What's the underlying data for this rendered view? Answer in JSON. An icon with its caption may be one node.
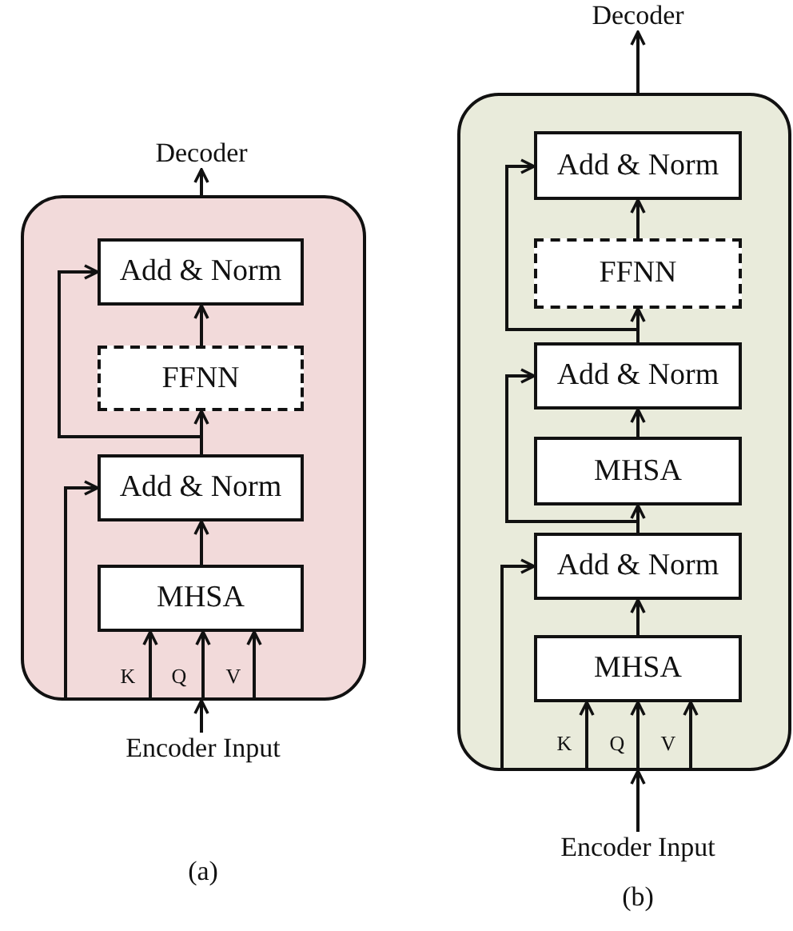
{
  "diagram": {
    "nodes": [
      {
        "text": [
          "Decoder"
        ]
      },
      {
        "text": [],
        "shape": "box"
      },
      {
        "text": [
          "Add & Norm"
        ],
        "in": 1
      },
      {
        "text": [
          "FFNN"
        ],
        "in": 1
      },
      {
        "text": [
          "Add & Norm"
        ],
        "in": 1
      },
      {
        "text": [
          "MHSA"
        ],
        "in": 1
      },
      {
        "text": [
          "Encoder Input"
        ]
      },
      {
        "text": [
          "Decoder"
        ]
      },
      {
        "text": [],
        "shape": "box"
      },
      {
        "text": [
          "Add & Norm"
        ],
        "in": 8
      },
      {
        "text": [
          "FFNN"
        ],
        "in": 8
      },
      {
        "text": [
          "Add & Norm"
        ],
        "in": 8
      },
      {
        "text": [
          "MHSA"
        ],
        "in": 8
      },
      {
        "text": [
          "Add & Norm"
        ],
        "in": 8
      },
      {
        "text": [
          "MHSA"
        ],
        "in": 8
      },
      {
        "text": [
          "Encoder Input"
        ]
      }
    ],
    "edges": [
      {
        "from": 1,
        "to": 0,
        "arrow": "to"
      },
      {
        "from": 3,
        "to": 2,
        "arrow": "to"
      },
      {
        "from": 4,
        "to": 3,
        "arrow": "to"
      },
      {
        "from": 4,
        "to": 2,
        "arrow": "to"
      },
      {
        "from": 5,
        "to": 4,
        "arrow": "to"
      },
      {
        "from": 1,
        "to": 4,
        "arrow": "to"
      },
      {
        "from": 1,
        "to": 5,
        "arrow": "to"
      },
      {
        "from": 1,
        "to": 5,
        "arrow": "to"
      },
      {
        "from": 1,
        "to": 5,
        "arrow": "to"
      },
      {
        "from": 6,
        "to": 1,
        "arrow": "to"
      },
      {
        "from": 8,
        "to": 7,
        "arrow": "to"
      },
      {
        "from": 10,
        "to": 9,
        "arrow": "to"
      },
      {
        "from": 11,
        "to": 10,
        "arrow": "to"
      },
      {
        "from": 11,
        "to": 9,
        "arrow": "to"
      },
      {
        "from": 12,
        "to": 11,
        "arrow": "to"
      },
      {
        "from": 13,
        "to": 12,
        "arrow": "to"
      },
      {
        "from": 13,
        "to": 11,
        "arrow": "to"
      },
      {
        "from": 14,
        "to": 13,
        "arrow": "to"
      },
      {
        "from": 8,
        "to": 13,
        "arrow": "to"
      },
      {
        "from": 8,
        "to": 14,
        "arrow": "to"
      },
      {
        "from": 8,
        "to": 14,
        "arrow": "to"
      },
      {
        "from": 8,
        "to": 14,
        "arrow": "to"
      },
      {
        "from": 15,
        "to": 8,
        "arrow": "to"
      }
    ],
    "labels": [
      "K",
      "Q",
      "V",
      "(a)",
      "K",
      "Q",
      "V",
      "(b)"
    ]
  }
}
